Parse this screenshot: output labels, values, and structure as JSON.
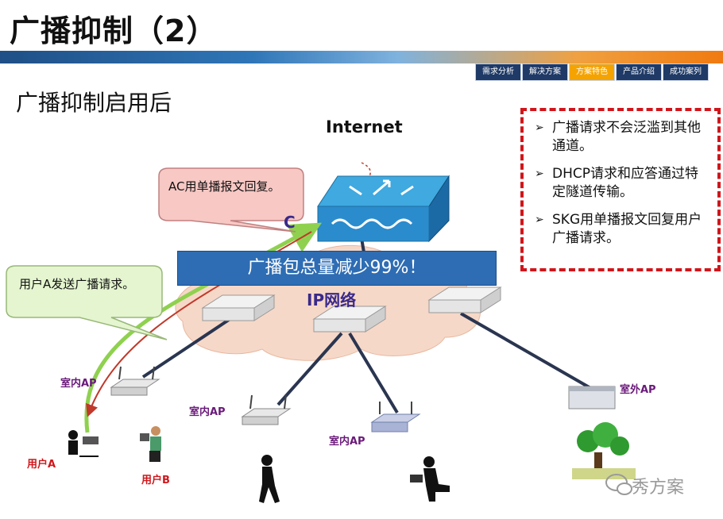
{
  "title": "广播抑制（2）",
  "subtitle": "广播抑制启用后",
  "nav_tabs": [
    {
      "label": "需求分析",
      "active": false
    },
    {
      "label": "解决方案",
      "active": false
    },
    {
      "label": "方案特色",
      "active": true
    },
    {
      "label": "产品介绍",
      "active": false
    },
    {
      "label": "成功案列",
      "active": false
    }
  ],
  "bullets": [
    "广播请求不会泛滥到其他通道。",
    "DHCP请求和应答通过特定隧道传输。",
    "SKG用单播报文回复用户广播请求。"
  ],
  "diagram": {
    "internet_label": "Internet",
    "network_label": "IP网络",
    "banner": "广播包总量减少99%！",
    "callout_ac": "AC用单播报文回复。",
    "callout_user": "用户A发送广播请求。",
    "ac_fragment": "C",
    "labels": {
      "ap1": "室内AP",
      "ap2": "室内AP",
      "ap3": "室内AP",
      "outdoor": "室外AP",
      "user_a": "用户A",
      "user_b": "用户B"
    }
  },
  "watermark": "秀方案",
  "colors": {
    "title_bar_start": "#1f4f86",
    "title_bar_end": "#f07a10",
    "active_tab": "#f5a300",
    "tab": "#1f3a66",
    "dashed_border": "#d0161b",
    "banner": "#2e6db4",
    "request_arrow": "#8fd14f",
    "reply_arrow": "#c0392b",
    "cloud": "#f6d8c8"
  }
}
